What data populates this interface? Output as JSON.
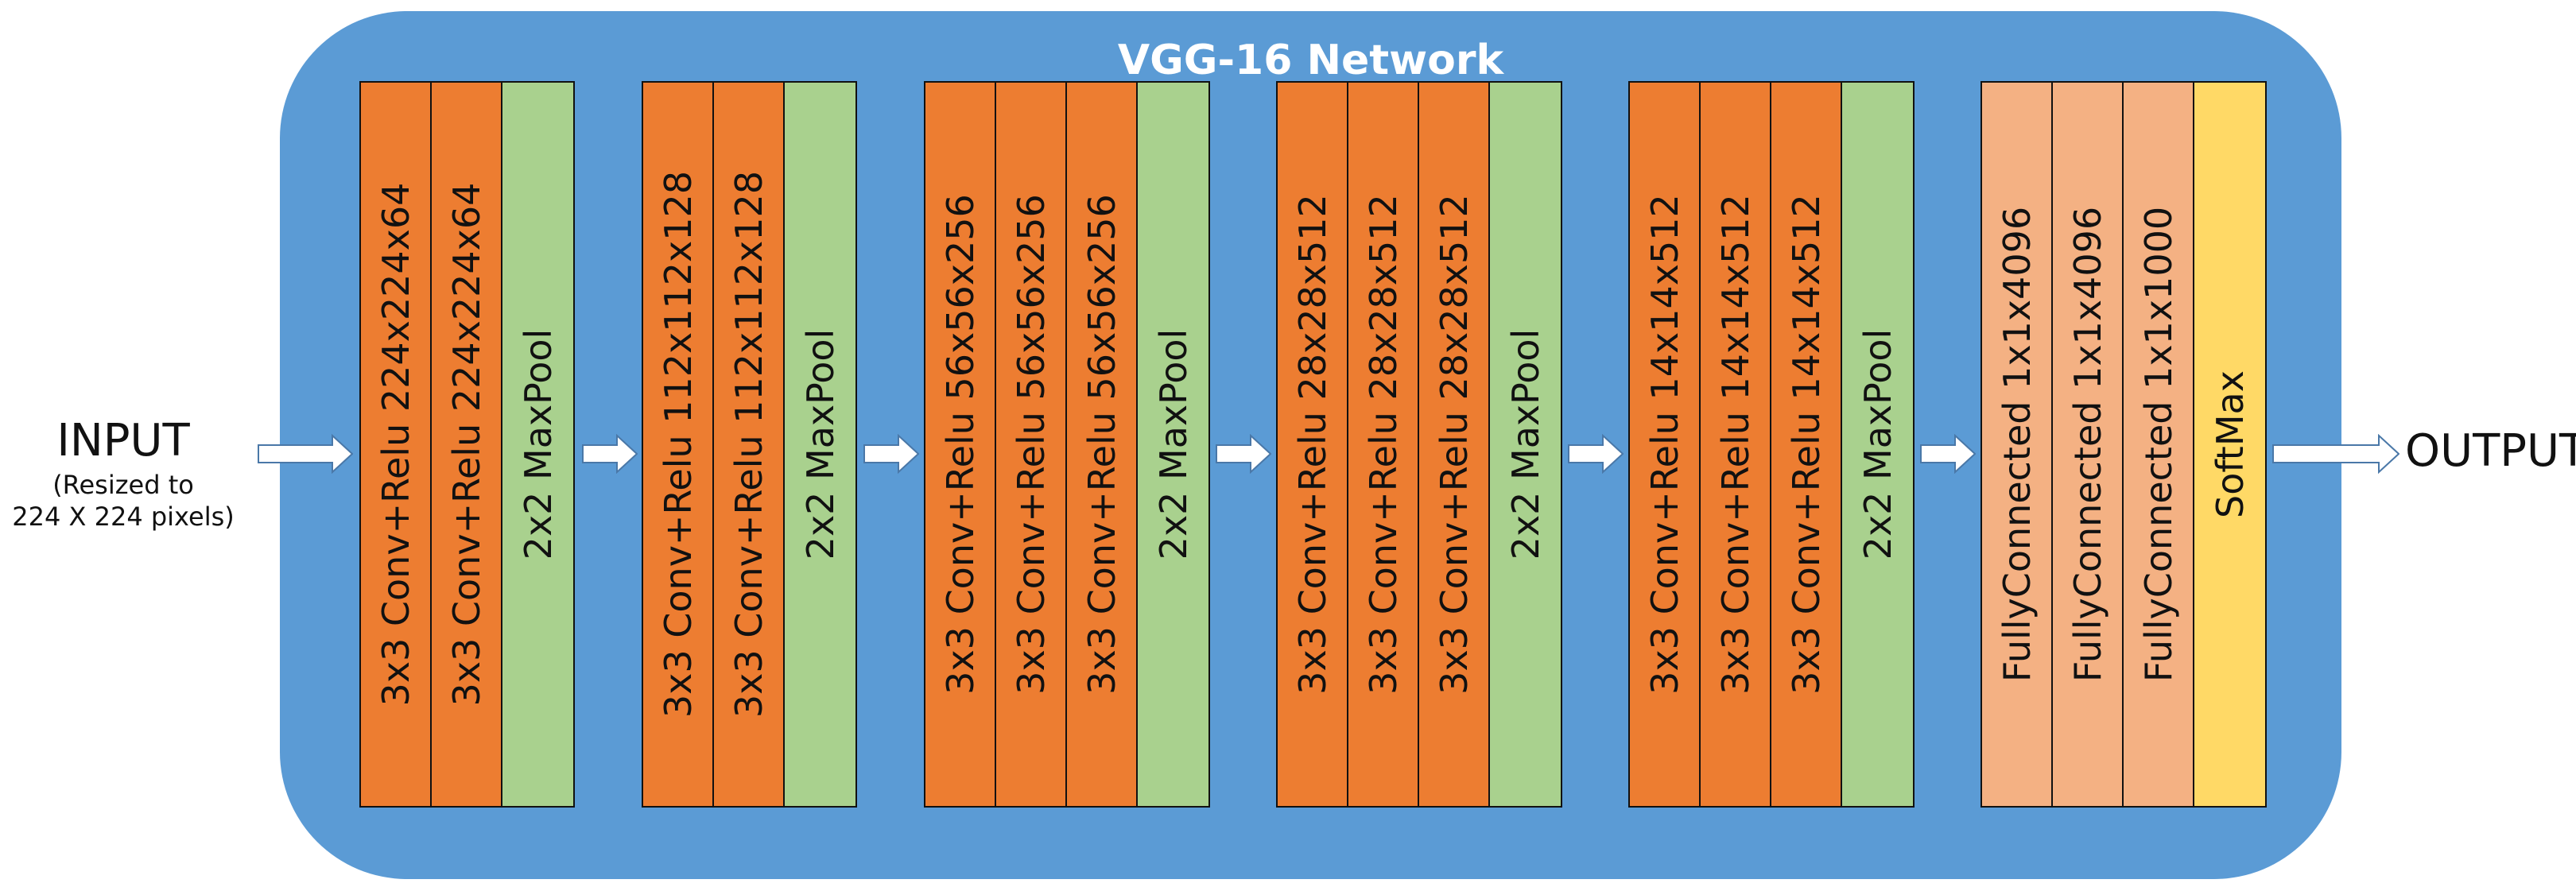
{
  "title": "VGG-16 Network",
  "input": {
    "label": "INPUT",
    "sub": [
      "(Resized to",
      "224 X 224 pixels)"
    ]
  },
  "output": {
    "label": "OUTPUT"
  },
  "colors": {
    "background": "#5b9bd5",
    "conv": "#ed7d31",
    "pool": "#a9d18e",
    "fc": "#f4b183",
    "softmax": "#ffd966",
    "arrow": "#ffffff"
  },
  "blocks": [
    {
      "layers": [
        {
          "type": "conv",
          "label": "3x3 Conv+Relu 224x224x64"
        },
        {
          "type": "conv",
          "label": "3x3 Conv+Relu 224x224x64"
        },
        {
          "type": "pool",
          "label": "2x2 MaxPool"
        }
      ]
    },
    {
      "layers": [
        {
          "type": "conv",
          "label": "3x3 Conv+Relu 112x112x128"
        },
        {
          "type": "conv",
          "label": "3x3 Conv+Relu 112x112x128"
        },
        {
          "type": "pool",
          "label": "2x2 MaxPool"
        }
      ]
    },
    {
      "layers": [
        {
          "type": "conv",
          "label": "3x3 Conv+Relu 56x56x256"
        },
        {
          "type": "conv",
          "label": "3x3 Conv+Relu 56x56x256"
        },
        {
          "type": "conv",
          "label": "3x3 Conv+Relu 56x56x256"
        },
        {
          "type": "pool",
          "label": "2x2 MaxPool"
        }
      ]
    },
    {
      "layers": [
        {
          "type": "conv",
          "label": "3x3 Conv+Relu 28x28x512"
        },
        {
          "type": "conv",
          "label": "3x3 Conv+Relu 28x28x512"
        },
        {
          "type": "conv",
          "label": "3x3 Conv+Relu 28x28x512"
        },
        {
          "type": "pool",
          "label": "2x2 MaxPool"
        }
      ]
    },
    {
      "layers": [
        {
          "type": "conv",
          "label": "3x3 Conv+Relu 14x14x512"
        },
        {
          "type": "conv",
          "label": "3x3 Conv+Relu 14x14x512"
        },
        {
          "type": "conv",
          "label": "3x3 Conv+Relu 14x14x512"
        },
        {
          "type": "pool",
          "label": "2x2 MaxPool"
        }
      ]
    },
    {
      "layers": [
        {
          "type": "fc",
          "label": "FullyConnected 1x1x4096"
        },
        {
          "type": "fc",
          "label": "FullyConnected 1x1x4096"
        },
        {
          "type": "fc",
          "label": "FullyConnected 1x1x1000"
        },
        {
          "type": "softmax",
          "label": "SoftMax"
        }
      ]
    }
  ]
}
